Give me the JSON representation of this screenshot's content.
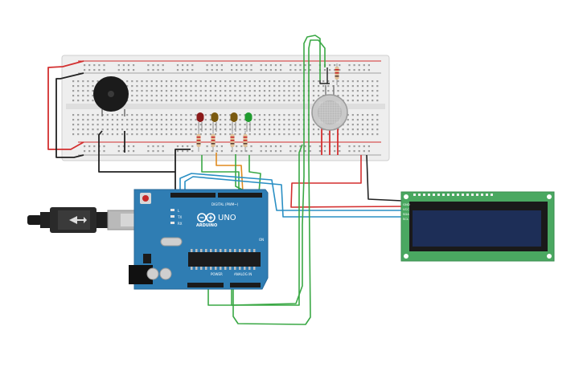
{
  "arduino": {
    "logo_text": "ARDUINO",
    "model_text": "UNO",
    "digital_header": "DIGITAL (PWM~)",
    "power_header": "POWER",
    "analog_header": "ANALOG IN",
    "tx_label": "TX",
    "rx_label": "RX",
    "l_label": "L",
    "on_label": "ON"
  },
  "lcd": {
    "pin_labels": [
      "GND",
      "VCC",
      "SDA",
      "SCL"
    ]
  },
  "led_colors": [
    "#8b1a1a",
    "#7a5a10",
    "#7a5a10",
    "#1f9b2e"
  ],
  "wire_colors": {
    "red": "#d32f2f",
    "black": "#222222",
    "green": "#3aa845",
    "orange": "#e08a1e",
    "blue": "#2a8fc4"
  },
  "board_colors": {
    "arduino": "#2f7db3",
    "lcd_pcb": "#4aa861",
    "lcd_screen": "#1d2e57",
    "breadboard": "#eeeeee"
  }
}
